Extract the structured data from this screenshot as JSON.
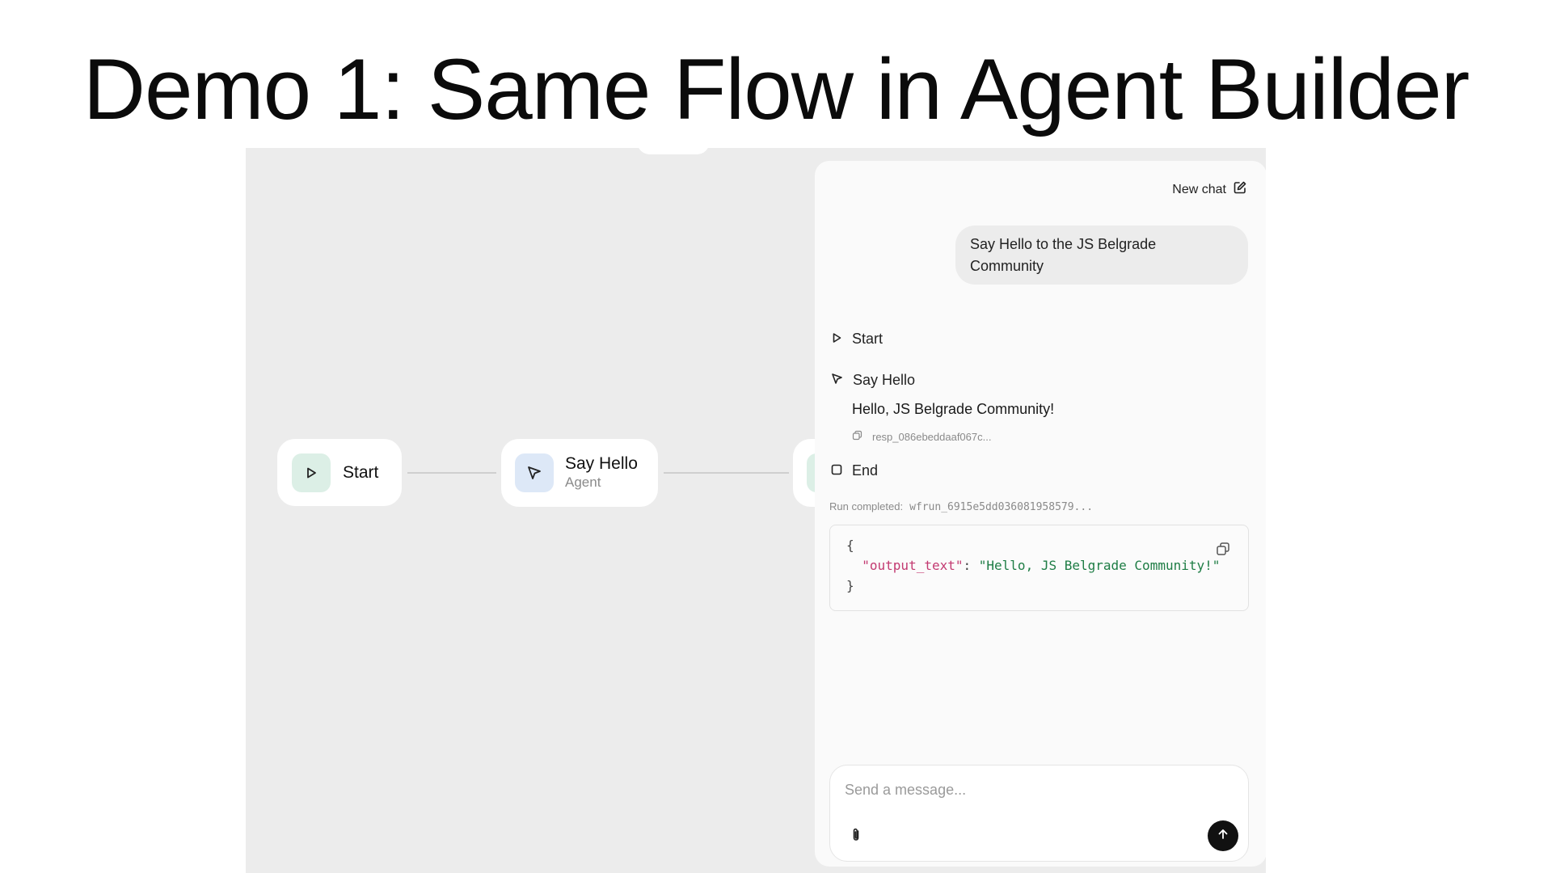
{
  "slide": {
    "title": "Demo 1: Same Flow in Agent Builder"
  },
  "canvas": {
    "nodes": [
      {
        "label": "Start",
        "icon": "play-icon"
      },
      {
        "label": "Say Hello",
        "sublabel": "Agent",
        "icon": "cursor-icon"
      }
    ]
  },
  "chat": {
    "new_chat_label": "New chat",
    "user_message": "Say Hello to the JS Belgrade Community",
    "steps": {
      "start": "Start",
      "say_hello": "Say Hello",
      "say_hello_output": "Hello, JS Belgrade Community!",
      "response_id": "resp_086ebeddaaf067c...",
      "end": "End"
    },
    "run_completed_label": "Run completed:",
    "run_id": "wfrun_6915e5dd036081958579...",
    "output": {
      "open_brace": "{",
      "key": "\"output_text\"",
      "separator": ": ",
      "value": "\"Hello, JS Belgrade Community!\"",
      "close_brace": "}"
    },
    "composer": {
      "placeholder": "Send a message..."
    }
  },
  "colors": {
    "canvas_bg": "#ececec",
    "start_icon_bg": "#dcefe6",
    "agent_icon_bg": "#dde8f7",
    "json_key": "#c33a71",
    "json_value": "#1e7d45",
    "send_button": "#111111"
  }
}
